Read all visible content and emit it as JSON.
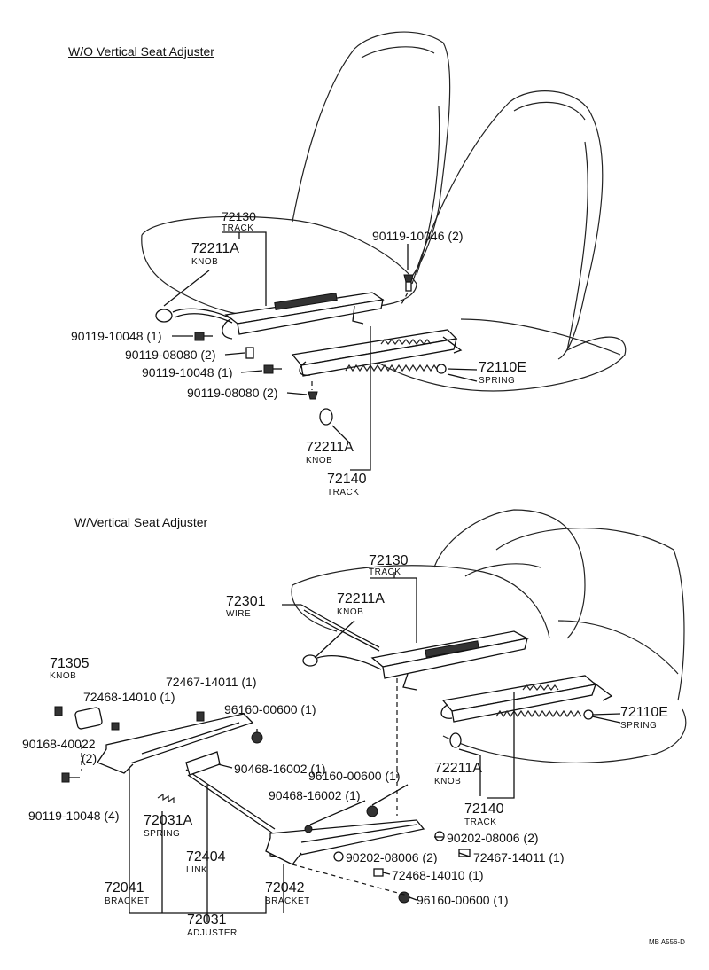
{
  "sections": {
    "top_title": "W/O Vertical Seat Adjuster",
    "bottom_title": "W/Vertical Seat Adjuster"
  },
  "top": {
    "track_72130": {
      "num": "72130",
      "name": "TRACK"
    },
    "knob_72211a_a": {
      "num": "72211A",
      "name": "KNOB"
    },
    "bolt_90119_10046": "90119-10046 (2)",
    "bolt_90119_10048_a": "90119-10048 (1)",
    "bolt_90119_08080_a": "90119-08080 (2)",
    "bolt_90119_10048_b": "90119-10048 (1)",
    "bolt_90119_08080_b": "90119-08080 (2)",
    "spring_72110e": {
      "num": "72110E",
      "name": "SPRING"
    },
    "knob_72211a_b": {
      "num": "72211A",
      "name": "KNOB"
    },
    "track_72140": {
      "num": "72140",
      "name": "TRACK"
    }
  },
  "bottom": {
    "track_72130": {
      "num": "72130",
      "name": "TRACK"
    },
    "wire_72301": {
      "num": "72301",
      "name": "WIRE"
    },
    "knob_72211a_a": {
      "num": "72211A",
      "name": "KNOB"
    },
    "knob_71305": {
      "num": "71305",
      "name": "KNOB"
    },
    "pin_72468_a": "72468-14010 (1)",
    "pin_72467_a": "72467-14011 (1)",
    "nut_96160_a": "96160-00600 (1)",
    "screw_90168": "90168-40022",
    "screw_90168_qty": "(2)",
    "clip_90468_a": "90468-16002 (1)",
    "bolt_90119_10048": "90119-10048 (4)",
    "nut_96160_b": "96160-00600 (1)",
    "clip_90468_b": "90468-16002 (1)",
    "spring_72031a": {
      "num": "72031A",
      "name": "SPRING"
    },
    "link_72404": {
      "num": "72404",
      "name": "LINK"
    },
    "spring_72110e": {
      "num": "72110E",
      "name": "SPRING"
    },
    "knob_72211a_b": {
      "num": "72211A",
      "name": "KNOB"
    },
    "track_72140": {
      "num": "72140",
      "name": "TRACK"
    },
    "washer_90202_a": "90202-08006 (2)",
    "washer_90202_b": "90202-08006 (2)",
    "pin_72467_b": "72467-14011 (1)",
    "pin_72468_b": "72468-14010 (1)",
    "nut_96160_c": "96160-00600 (1)",
    "bracket_72041": {
      "num": "72041",
      "name": "BRACKET"
    },
    "bracket_72042": {
      "num": "72042",
      "name": "BRACKET"
    },
    "adjuster_72031": {
      "num": "72031",
      "name": "ADJUSTER"
    }
  },
  "footer": "MB  A556-D"
}
